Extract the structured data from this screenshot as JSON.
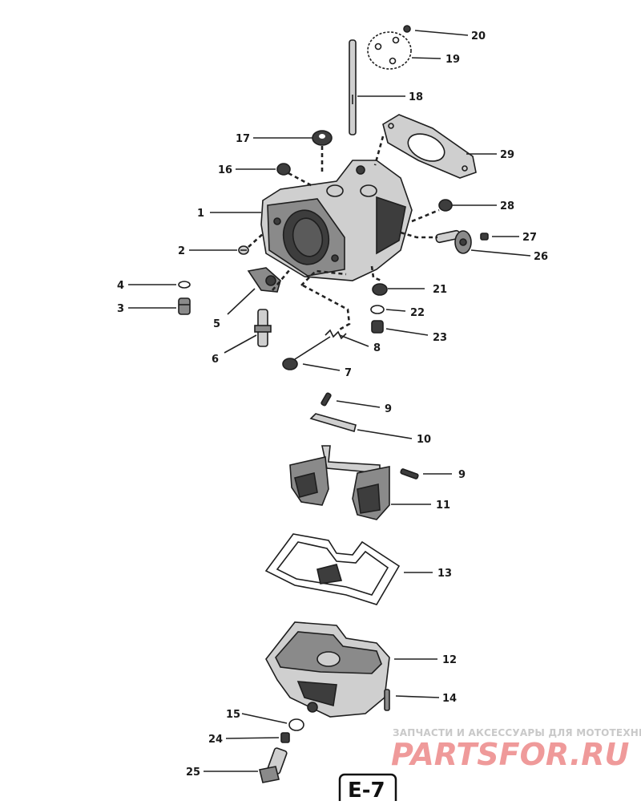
{
  "callouts": [
    "1",
    "2",
    "3",
    "4",
    "5",
    "6",
    "7",
    "8",
    "9",
    "9",
    "10",
    "11",
    "12",
    "13",
    "14",
    "15",
    "16",
    "17",
    "18",
    "19",
    "20",
    "21",
    "22",
    "23",
    "24",
    "25",
    "26",
    "27",
    "28",
    "29"
  ],
  "watermark": {
    "tagline": "ЗАПЧАСТИ И АКСЕССУАРЫ ДЛЯ МОТОТЕХНИКИ",
    "brand": "PARTSFOR.RU"
  },
  "page_code": "E-7"
}
